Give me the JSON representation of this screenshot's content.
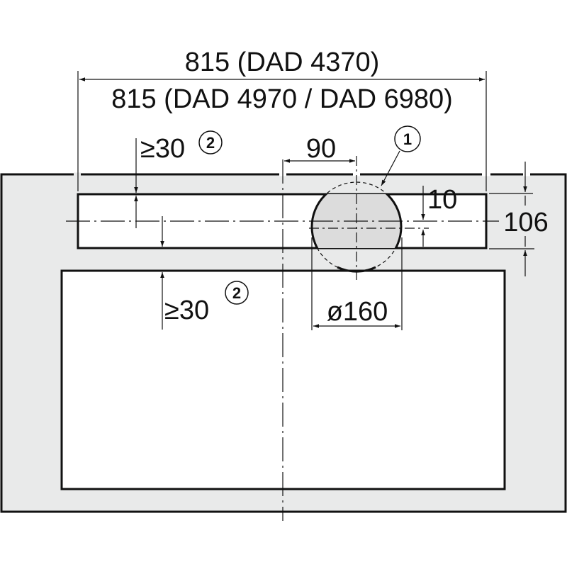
{
  "diagram": {
    "type": "installation-dimension-drawing",
    "colors": {
      "cabinet_fill": "#e9eaea",
      "opening_fill": "#ffffff",
      "duct_fill": "#dcdcdc",
      "line": "#111111"
    },
    "dimensions": {
      "overall_width_line1": "815 (DAD 4370)",
      "overall_width_line2": "815 (DAD 4970 / DAD 6980)",
      "top_clearance": "≥30",
      "bottom_clearance": "≥30",
      "duct_offset": "90",
      "duct_vertical_offset": "10",
      "strip_height": "106",
      "duct_diameter": "ø160"
    },
    "callouts": [
      {
        "id": "callout-1",
        "label": "1"
      },
      {
        "id": "callout-2-top",
        "label": "2"
      },
      {
        "id": "callout-2-bottom",
        "label": "2"
      }
    ]
  }
}
